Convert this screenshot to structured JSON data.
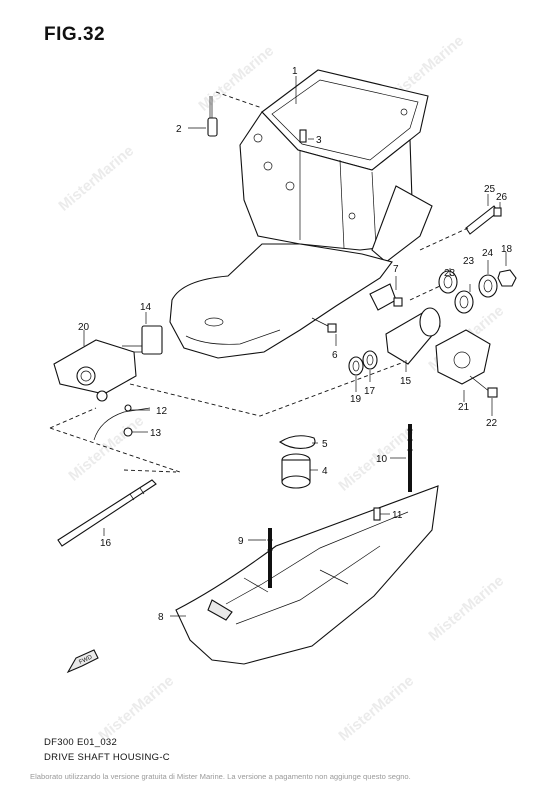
{
  "figure": {
    "title": "FIG.32",
    "model_code": "DF300 E01_032",
    "name": "DRIVE SHAFT HOUSING-C"
  },
  "callouts": [
    "1",
    "2",
    "3",
    "4",
    "5",
    "6",
    "7",
    "8",
    "9",
    "10",
    "11",
    "12",
    "13",
    "14",
    "15",
    "16",
    "17",
    "18",
    "19",
    "20",
    "21",
    "22",
    "23",
    "23",
    "24",
    "25",
    "26"
  ],
  "fwd_label": "FWD",
  "watermark": "MisterMarine",
  "disclaimer": "Elaborato utilizzando la versione gratuita di Mister Marine. La versione a pagamento non aggiunge questo segno."
}
